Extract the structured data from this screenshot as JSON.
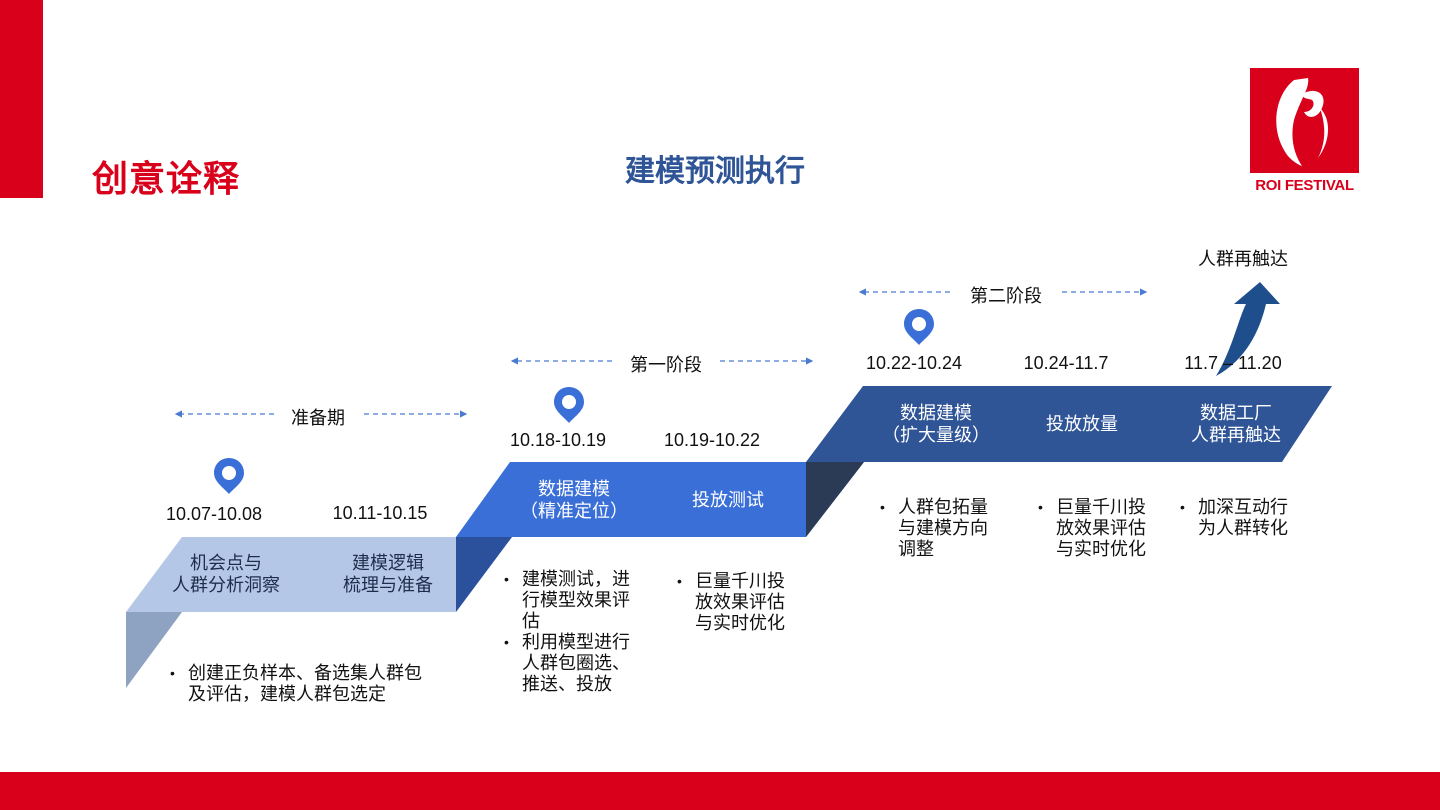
{
  "header": {
    "section_title": "创意诠释",
    "page_title": "建模预测执行"
  },
  "logo": {
    "text": "ROI FESTIVAL"
  },
  "colors": {
    "brand_red": "#d9001b",
    "title_blue": "#2f5597",
    "prep_fill": "#b4c7e7",
    "phase1_fill": "#3a6fd8",
    "phase2_fill": "#2f5597",
    "arrow_blue": "#1f4e8c"
  },
  "phases": {
    "prep": "准备期",
    "phase1": "第一阶段",
    "phase2": "第二阶段"
  },
  "reach_label": "人群再触达",
  "steps": [
    {
      "date": "10.07-10.08",
      "label": "机会点与\n人群分析洞察"
    },
    {
      "date": "10.11-10.15",
      "label": "建模逻辑\n梳理与准备"
    },
    {
      "date": "10.18-10.19",
      "label": "数据建模\n（精准定位）"
    },
    {
      "date": "10.19-10.22",
      "label": "投放测试"
    },
    {
      "date": "10.22-10.24",
      "label": "数据建模\n（扩大量级）"
    },
    {
      "date": "10.24-11.7",
      "label": "投放放量"
    },
    {
      "date": "11.7 – 11.20",
      "label": "数据工厂\n人群再触达"
    }
  ],
  "notes": {
    "prep": [
      "创建正负样本、备选集人群包\n及评估，建模人群包选定"
    ],
    "p1_model": [
      "建模测试，进行模型效果评估",
      "利用模型进行人群包圈选、推送、投放"
    ],
    "p1_test": [
      "巨量千川投放效果评估与实时优化"
    ],
    "p2_model": [
      "人群包拓量与建模方向调整"
    ],
    "p2_scale": [
      "巨量千川投放效果评估与实时优化"
    ],
    "p2_factory": [
      "加深互动行为人群转化"
    ]
  }
}
